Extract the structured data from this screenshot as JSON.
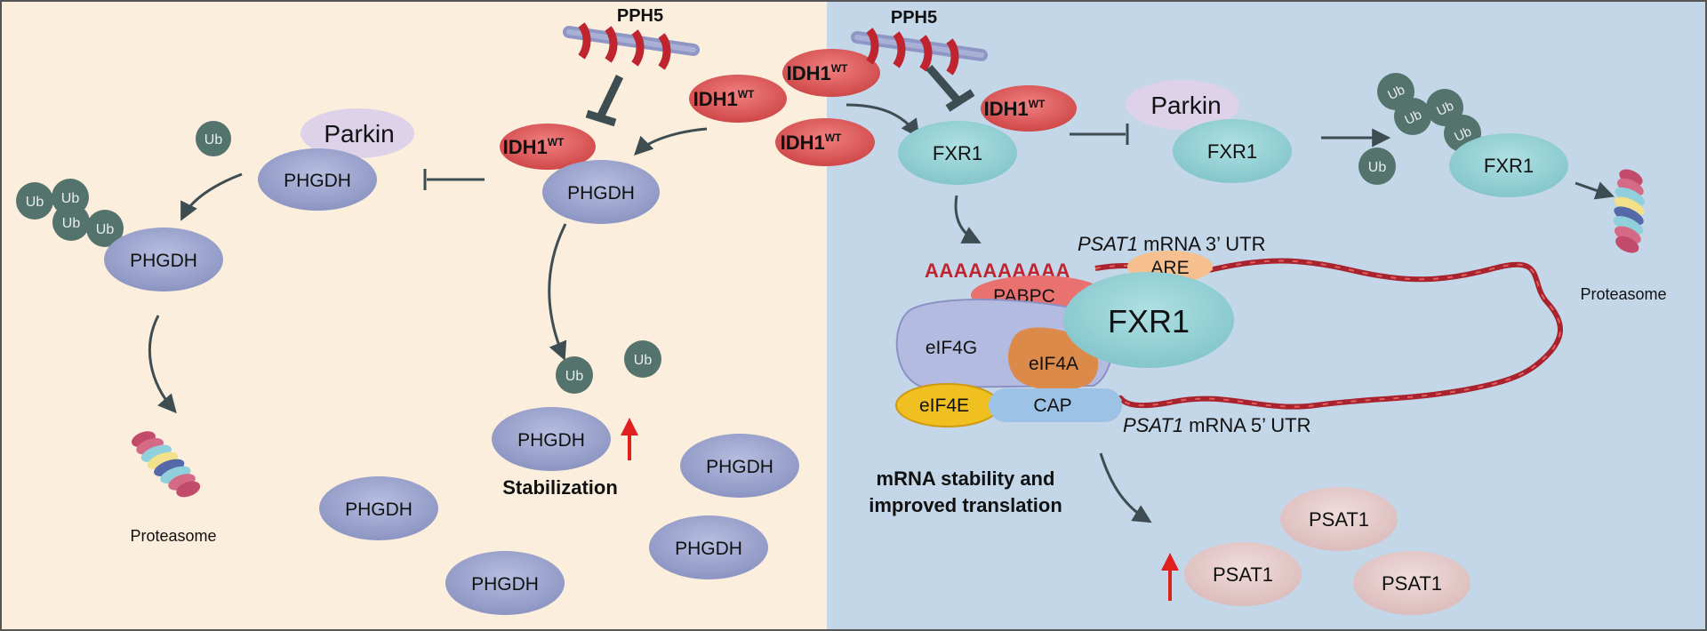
{
  "colors": {
    "left_bg": "#fbeedd",
    "right_bg": "#c3d7e8",
    "phgdh": "#9fa8cf",
    "fxr1": "#97d2d6",
    "idh1": "#df5d5e",
    "parkin": "#ddd2ea",
    "ub": "#55736d",
    "psat1": "#e6cdcd",
    "arrow": "#3e4d52",
    "red_arrow": "#e01f1f"
  },
  "left": {
    "pph5": "PPH5",
    "idh1_a": "IDH1",
    "idh1_b": "IDH1",
    "idh1_c": "IDH1",
    "idh1_d": "IDH1",
    "wt": "WT",
    "parkin": "Parkin",
    "phgdh_ub": "PHGDH",
    "phgdh_poly": "PHGDH",
    "phgdh_center": "PHGDH",
    "ub_single": "Ub",
    "ub_c1": "Ub",
    "ub_c2": "Ub",
    "ub_c3": "Ub",
    "ub_c4": "Ub",
    "ub_free1": "Ub",
    "ub_free2": "Ub",
    "proteasome": "Proteasome",
    "stabilization": "Stabilization",
    "phgdh_s1": "PHGDH",
    "phgdh_s2": "PHGDH",
    "phgdh_s3": "PHGDH",
    "phgdh_s4": "PHGDH",
    "phgdh_s5": "PHGDH"
  },
  "right": {
    "pph5": "PPH5",
    "idh1": "IDH1",
    "wt": "WT",
    "fxr1_bound": "FXR1",
    "parkin": "Parkin",
    "fxr1_parkin": "FXR1",
    "fxr1_ub": "FXR1",
    "ub_c1": "Ub",
    "ub_c2": "Ub",
    "ub_c3": "Ub",
    "ub_c4": "Ub",
    "ub_free": "Ub",
    "proteasome": "Proteasome",
    "utr3_gene": "PSAT1",
    "utr3_rest": " mRNA 3’ UTR",
    "utr5_gene": "PSAT1",
    "utr5_rest": " mRNA 5’ UTR",
    "polya": "AAAAAAAAAA",
    "are": "ARE",
    "pabpc": "PABPC",
    "fxr1_big": "FXR1",
    "eif4g": "eIF4G",
    "eif4a": "eIF4A",
    "eif4e": "eIF4E",
    "cap": "CAP",
    "stability_l1": "mRNA stability and",
    "stability_l2": "improved translation",
    "psat1_a": "PSAT1",
    "psat1_b": "PSAT1",
    "psat1_c": "PSAT1"
  }
}
